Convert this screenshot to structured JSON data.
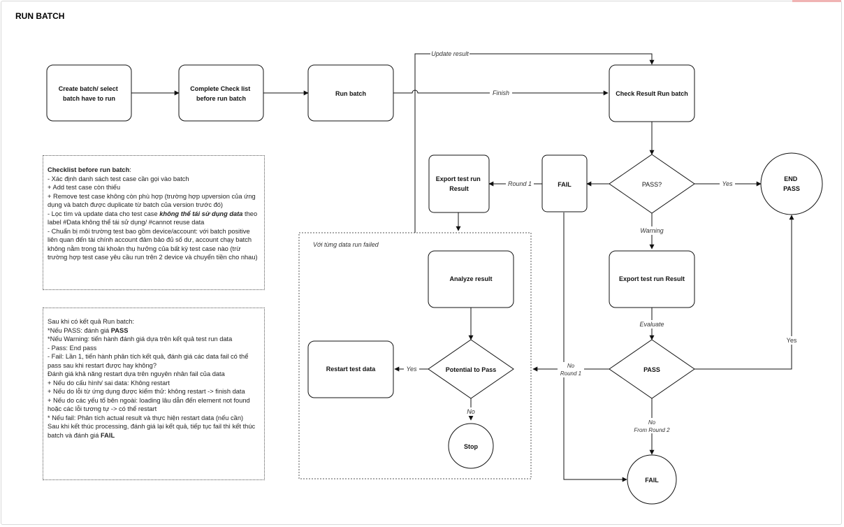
{
  "page": {
    "title": "RUN BATCH"
  },
  "nodes": {
    "create_batch": "Create batch/ select batch have to run",
    "complete_checklist": "Complete Check list before run batch",
    "run_batch": "Run batch",
    "check_result": "Check Result Run batch",
    "pass_decision": "PASS?",
    "end_pass": "END PASS",
    "fail_box": "FAIL",
    "export_left": "Export test run Result",
    "export_mid": "Export test run Result",
    "pass_eval": "PASS",
    "fail_end": "FAIL",
    "analyze": "Analyze result",
    "potential": "Potential to Pass",
    "restart": "Restart test data",
    "stop": "Stop"
  },
  "edge_labels": {
    "update_result": "Update result",
    "finish": "Finish",
    "round1": "Round 1",
    "yes_pass": "Yes",
    "warning": "Warning",
    "evaluate": "Evaluate",
    "yes_eval": "Yes",
    "no_round1_a": "No",
    "no_round1_b": "Round 1",
    "no_round2_a": "No",
    "no_round2_b": "From Round 2",
    "yes_restart": "Yes",
    "no_stop": "No"
  },
  "group": {
    "label": "Với từng data run failed"
  },
  "checklist_note": {
    "heading": "Checklist before run batch",
    "heading_suffix": ":",
    "line1": "- Xác định danh sách test case cần gọi vào batch",
    "line2": "+ Add test case còn thiếu",
    "line3": "+ Remove test case không còn phù hợp (trường hợp upversion của ứng dụng và batch được duplicate từ batch của version trước đó)",
    "line4_pre": "- Lọc tìm và update data cho test case ",
    "line4_em": "không thể tái sử dụng data",
    "line4_post": " theo label #Data không thể tái sử dụng/ #cannot reuse data",
    "line5": "- Chuẩn bị môi trường test bao gồm device/account: với batch positive liên quan đến tài chính account đảm bảo đủ số dư, account chạy batch không nằm trong tài khoản thụ hưởng của bất kỳ test case nào (trừ trường hợp test case yêu cầu run trên 2 device và chuyển tiền cho nhau)"
  },
  "result_note": {
    "line1": "Sau khi có kết quả Run batch:",
    "line2_pre": "*Nếu PASS: đánh giá ",
    "line2_b": "PASS",
    "line3": "*Nếu Warning: tiến hành đánh giá dựa trên kết quả test run data",
    "line4": "- Pass: End pass",
    "line5": "- Fail: Lần 1, tiến hành phân tích kết quả, đánh giá các data fail có thể pass sau khi restart được hay không?",
    "line6": "Đánh giá khả năng restart dựa trên nguyên nhân fail của data",
    "line7": "+ Nếu do cấu hình/ sai data: Không restart",
    "line8": "+ Nếu do lỗi từ ứng dụng được kiểm thử: không restart -> finish data",
    "line9": "+ Nếu do các yếu tố bên ngoài: loading lâu dẫn đến element not found hoặc các lỗi tương tự -> có thể restart",
    "line10": "* Nếu fail: Phân tích actual result và thực hiện restart data (nếu cần)",
    "line11_pre": "Sau khi kết thúc processing, đánh giá lại kết quả, tiếp tục fail thì kết thúc batch và đánh giá ",
    "line11_b": "FAIL"
  },
  "colors": {
    "stroke": "#111111",
    "border": "#d9d9d9"
  }
}
